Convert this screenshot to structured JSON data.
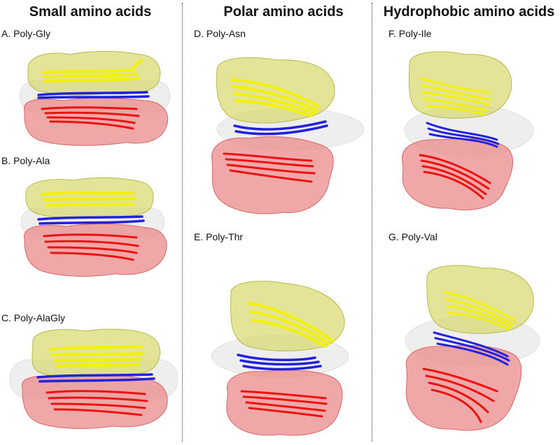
{
  "columns": [
    {
      "title": "Small amino acids",
      "panels": [
        {
          "label": "A. Poly-Gly"
        },
        {
          "label": "B. Poly-Ala"
        },
        {
          "label": "C. Poly-AlaGly"
        }
      ]
    },
    {
      "title": "Polar amino acids",
      "panels": [
        {
          "label": "D. Poly-Asn"
        },
        {
          "label": "E. Poly-Thr"
        }
      ]
    },
    {
      "title": "Hydrophobic amino acids",
      "panels": [
        {
          "label": "F. Poly-Ile"
        },
        {
          "label": "G. Poly-Val"
        }
      ]
    }
  ],
  "colors": {
    "top_sheet": "#e6e600",
    "top_surface": "#dede7a",
    "middle_strands": "#2b2be0",
    "bottom_sheet": "#ee1c1c",
    "bottom_surface": "#f09a9a",
    "grey_surface": "#c8c8c8"
  }
}
